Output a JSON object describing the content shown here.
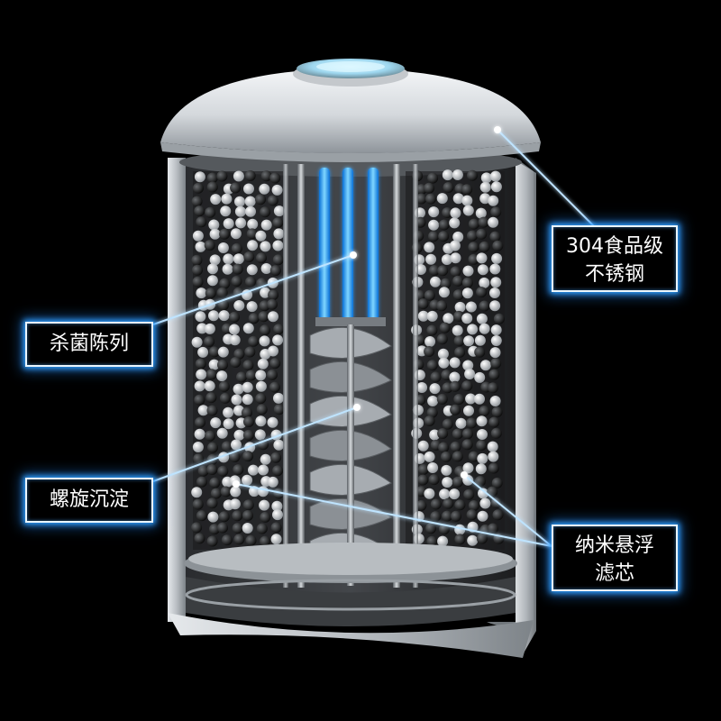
{
  "callouts": {
    "stainless_steel": {
      "line1": "304食品级",
      "line2": "不锈钢"
    },
    "sterilization_array": {
      "text": "杀菌陈列"
    },
    "spiral_sedimentation": {
      "text": "螺旋沉淀"
    },
    "nano_filter": {
      "line1": "纳米悬浮",
      "line2": "滤芯"
    }
  },
  "colors": {
    "background": "#000000",
    "callout_glow": "#2f9fff",
    "uv_tube": "#38b8ff",
    "steel": "#c9cdd1"
  }
}
